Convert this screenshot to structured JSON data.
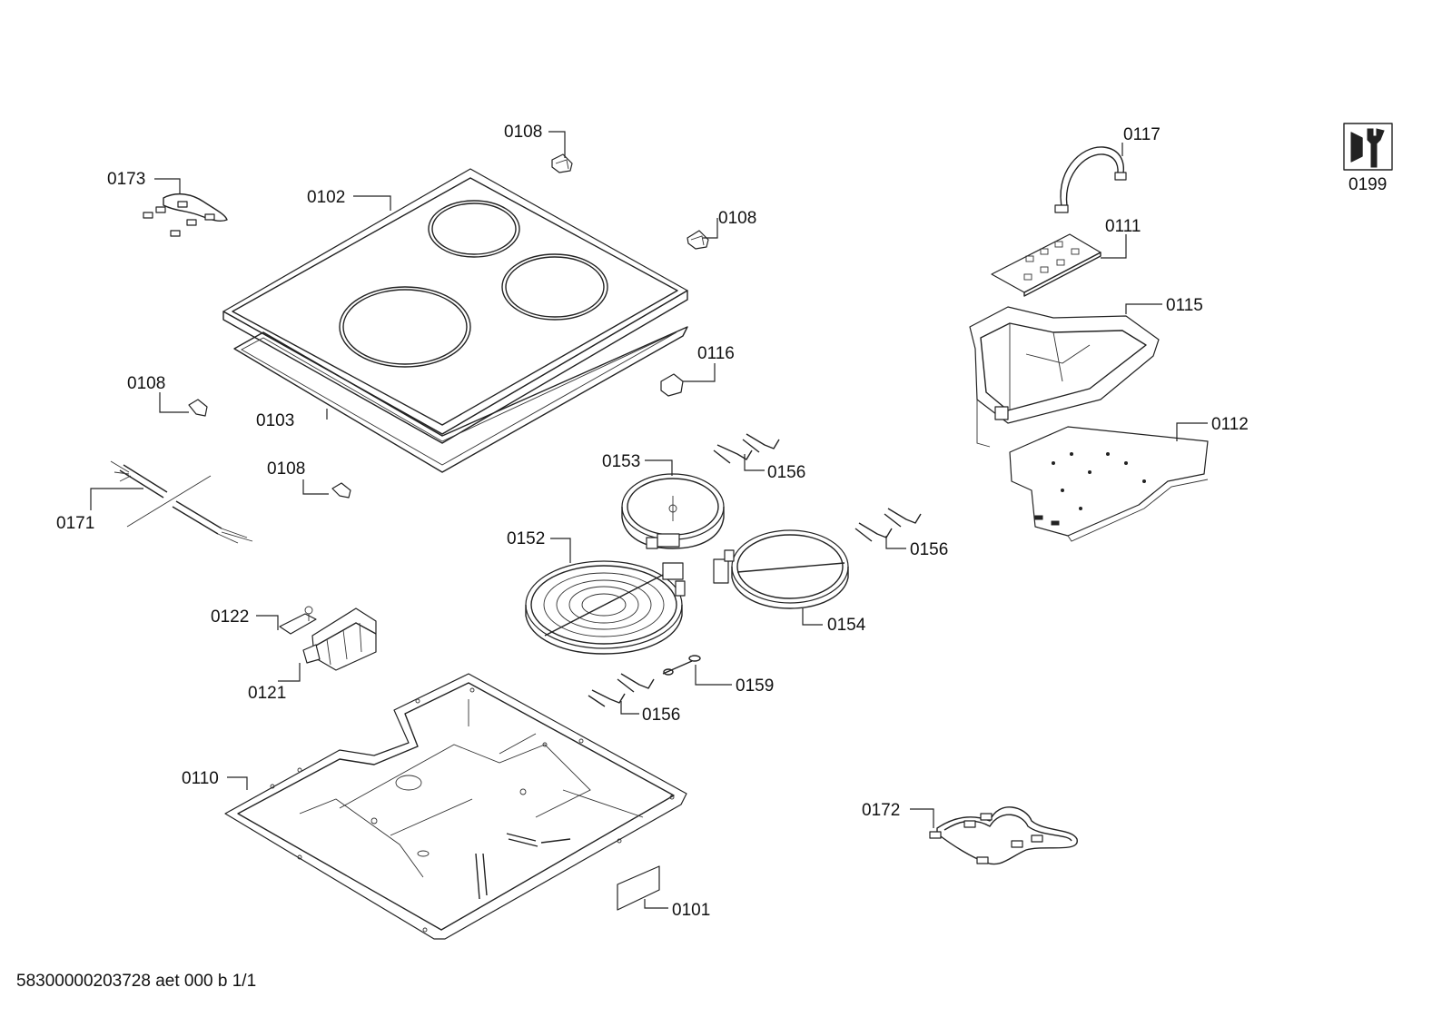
{
  "labels": {
    "p0101": "0101",
    "p0102": "0102",
    "p0103": "0103",
    "p0108_top": "0108",
    "p0108_right": "0108",
    "p0108_left": "0108",
    "p0108_low": "0108",
    "p0110": "0110",
    "p0111": "0111",
    "p0112": "0112",
    "p0115": "0115",
    "p0116": "0116",
    "p0117": "0117",
    "p0121": "0121",
    "p0122": "0122",
    "p0152": "0152",
    "p0153": "0153",
    "p0154": "0154",
    "p0156_a": "0156",
    "p0156_b": "0156",
    "p0156_c": "0156",
    "p0159": "0159",
    "p0171": "0171",
    "p0172": "0172",
    "p0173": "0173",
    "p0199": "0199"
  },
  "footer": {
    "doc_code": "58300000203728 aet 000 b 1/1"
  },
  "icons": {
    "tool_icon": "wrench-nut-icon"
  }
}
